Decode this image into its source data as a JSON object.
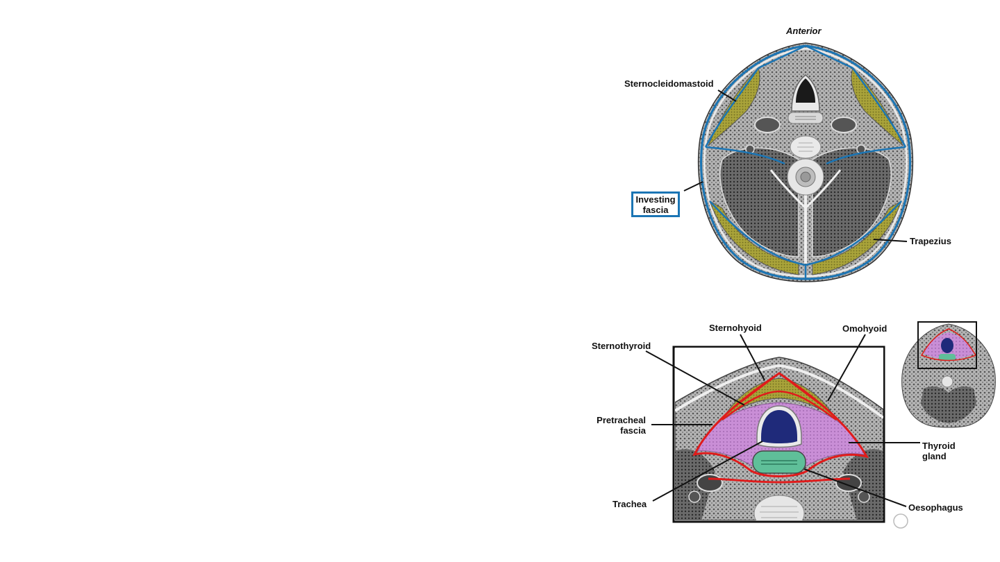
{
  "top_diagram": {
    "orientation": "Anterior",
    "labels": {
      "sternocleidomastoid": "Sternocleidomastoid",
      "investing_fascia_1": "Investing",
      "investing_fascia_2": "fascia",
      "trapezius": "Trapezius"
    }
  },
  "bottom_diagram": {
    "labels": {
      "sternohyoid": "Sternohyoid",
      "omohyoid": "Omohyoid",
      "sternothyroid": "Sternothyroid",
      "pretracheal_1": "Pretracheal",
      "pretracheal_2": "fascia",
      "thyroid_1": "Thyroid",
      "thyroid_2": "gland",
      "trachea": "Trachea",
      "oesophagus": "Oesophagus"
    }
  },
  "colors": {
    "investing_fascia": "#1b75b4",
    "pretracheal_fascia": "#e01b1b",
    "muscle": "#a9a33a",
    "thyroid": "#c98ed6",
    "trachea": "#1f2a7a",
    "oesophagus": "#5fbf99",
    "tissue": "#9a9a9a"
  }
}
